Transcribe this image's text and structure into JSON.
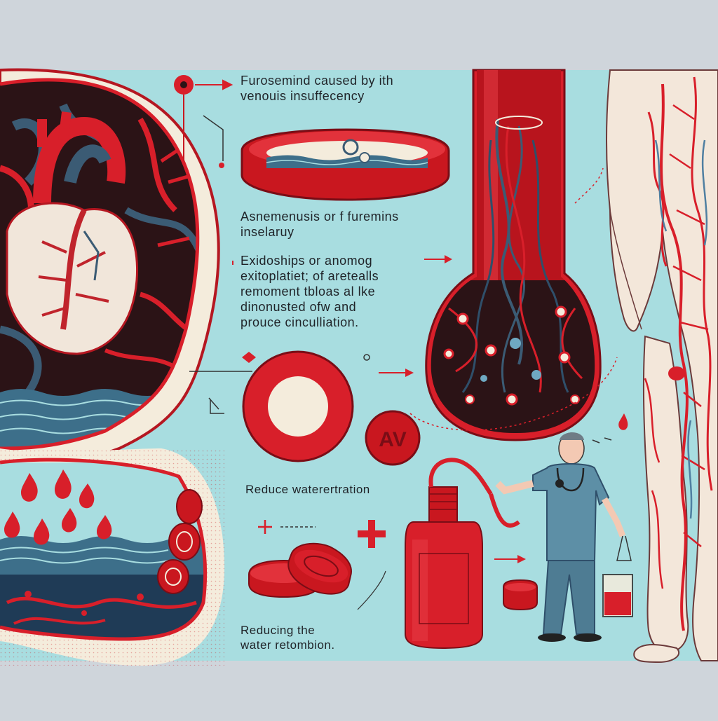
{
  "colors": {
    "background": "#cfd5db",
    "panel": "#a8dde0",
    "red": "#d81f2a",
    "dark_red": "#7a0d16",
    "navy": "#3b5b74",
    "cream": "#f4ecdc",
    "skin": "#f3e7da"
  },
  "labels": {
    "top_line1": "Furosemind  caused by ith",
    "top_line2": "venouis insuffecency",
    "mid_line1": "Asnemenusis  or  f  furemins",
    "mid_line2": "inselaruy",
    "body_line1": "Exidoships or anomog",
    "body_line2": "exitoplatiet; of aretealls",
    "body_line3": "remoment tbloas al lke",
    "body_line4": "dinonusted ofw and",
    "body_line5": "prouce cinculliation.",
    "reduce": "Reduce waterertration",
    "reducing_line1": "Reducing the",
    "reducing_line2": "water retombion."
  },
  "icons": [
    "heart-cutaway-icon",
    "blood-vessel-icon",
    "pill-icon",
    "water-droplet-icon",
    "plus-icon",
    "iv-bottle-icon",
    "leg-with-veins-icon",
    "arrow-right-icon",
    "doctor-figure-icon",
    "collection-cup-icon"
  ]
}
